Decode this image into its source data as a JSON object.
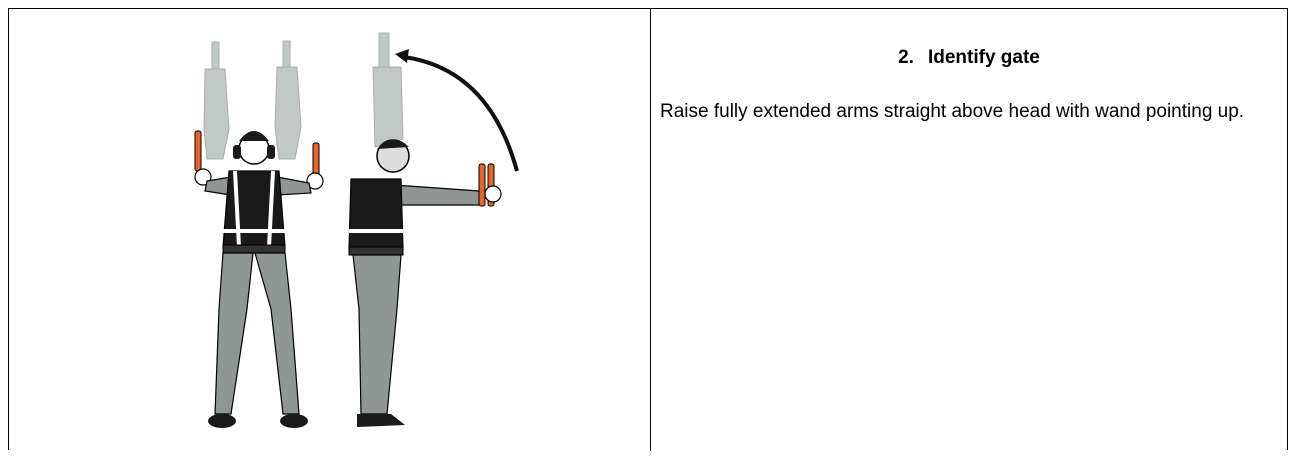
{
  "signal": {
    "number": "2.",
    "title": "Identify gate",
    "description": "Raise fully extended arms straight above head with wand pointing up."
  },
  "illustration": {
    "subject": "marshaller-front-and-side-view",
    "wand_color": "#e8642a",
    "uniform_color": "#8f9693",
    "vest_color": "#1a1a1a"
  }
}
